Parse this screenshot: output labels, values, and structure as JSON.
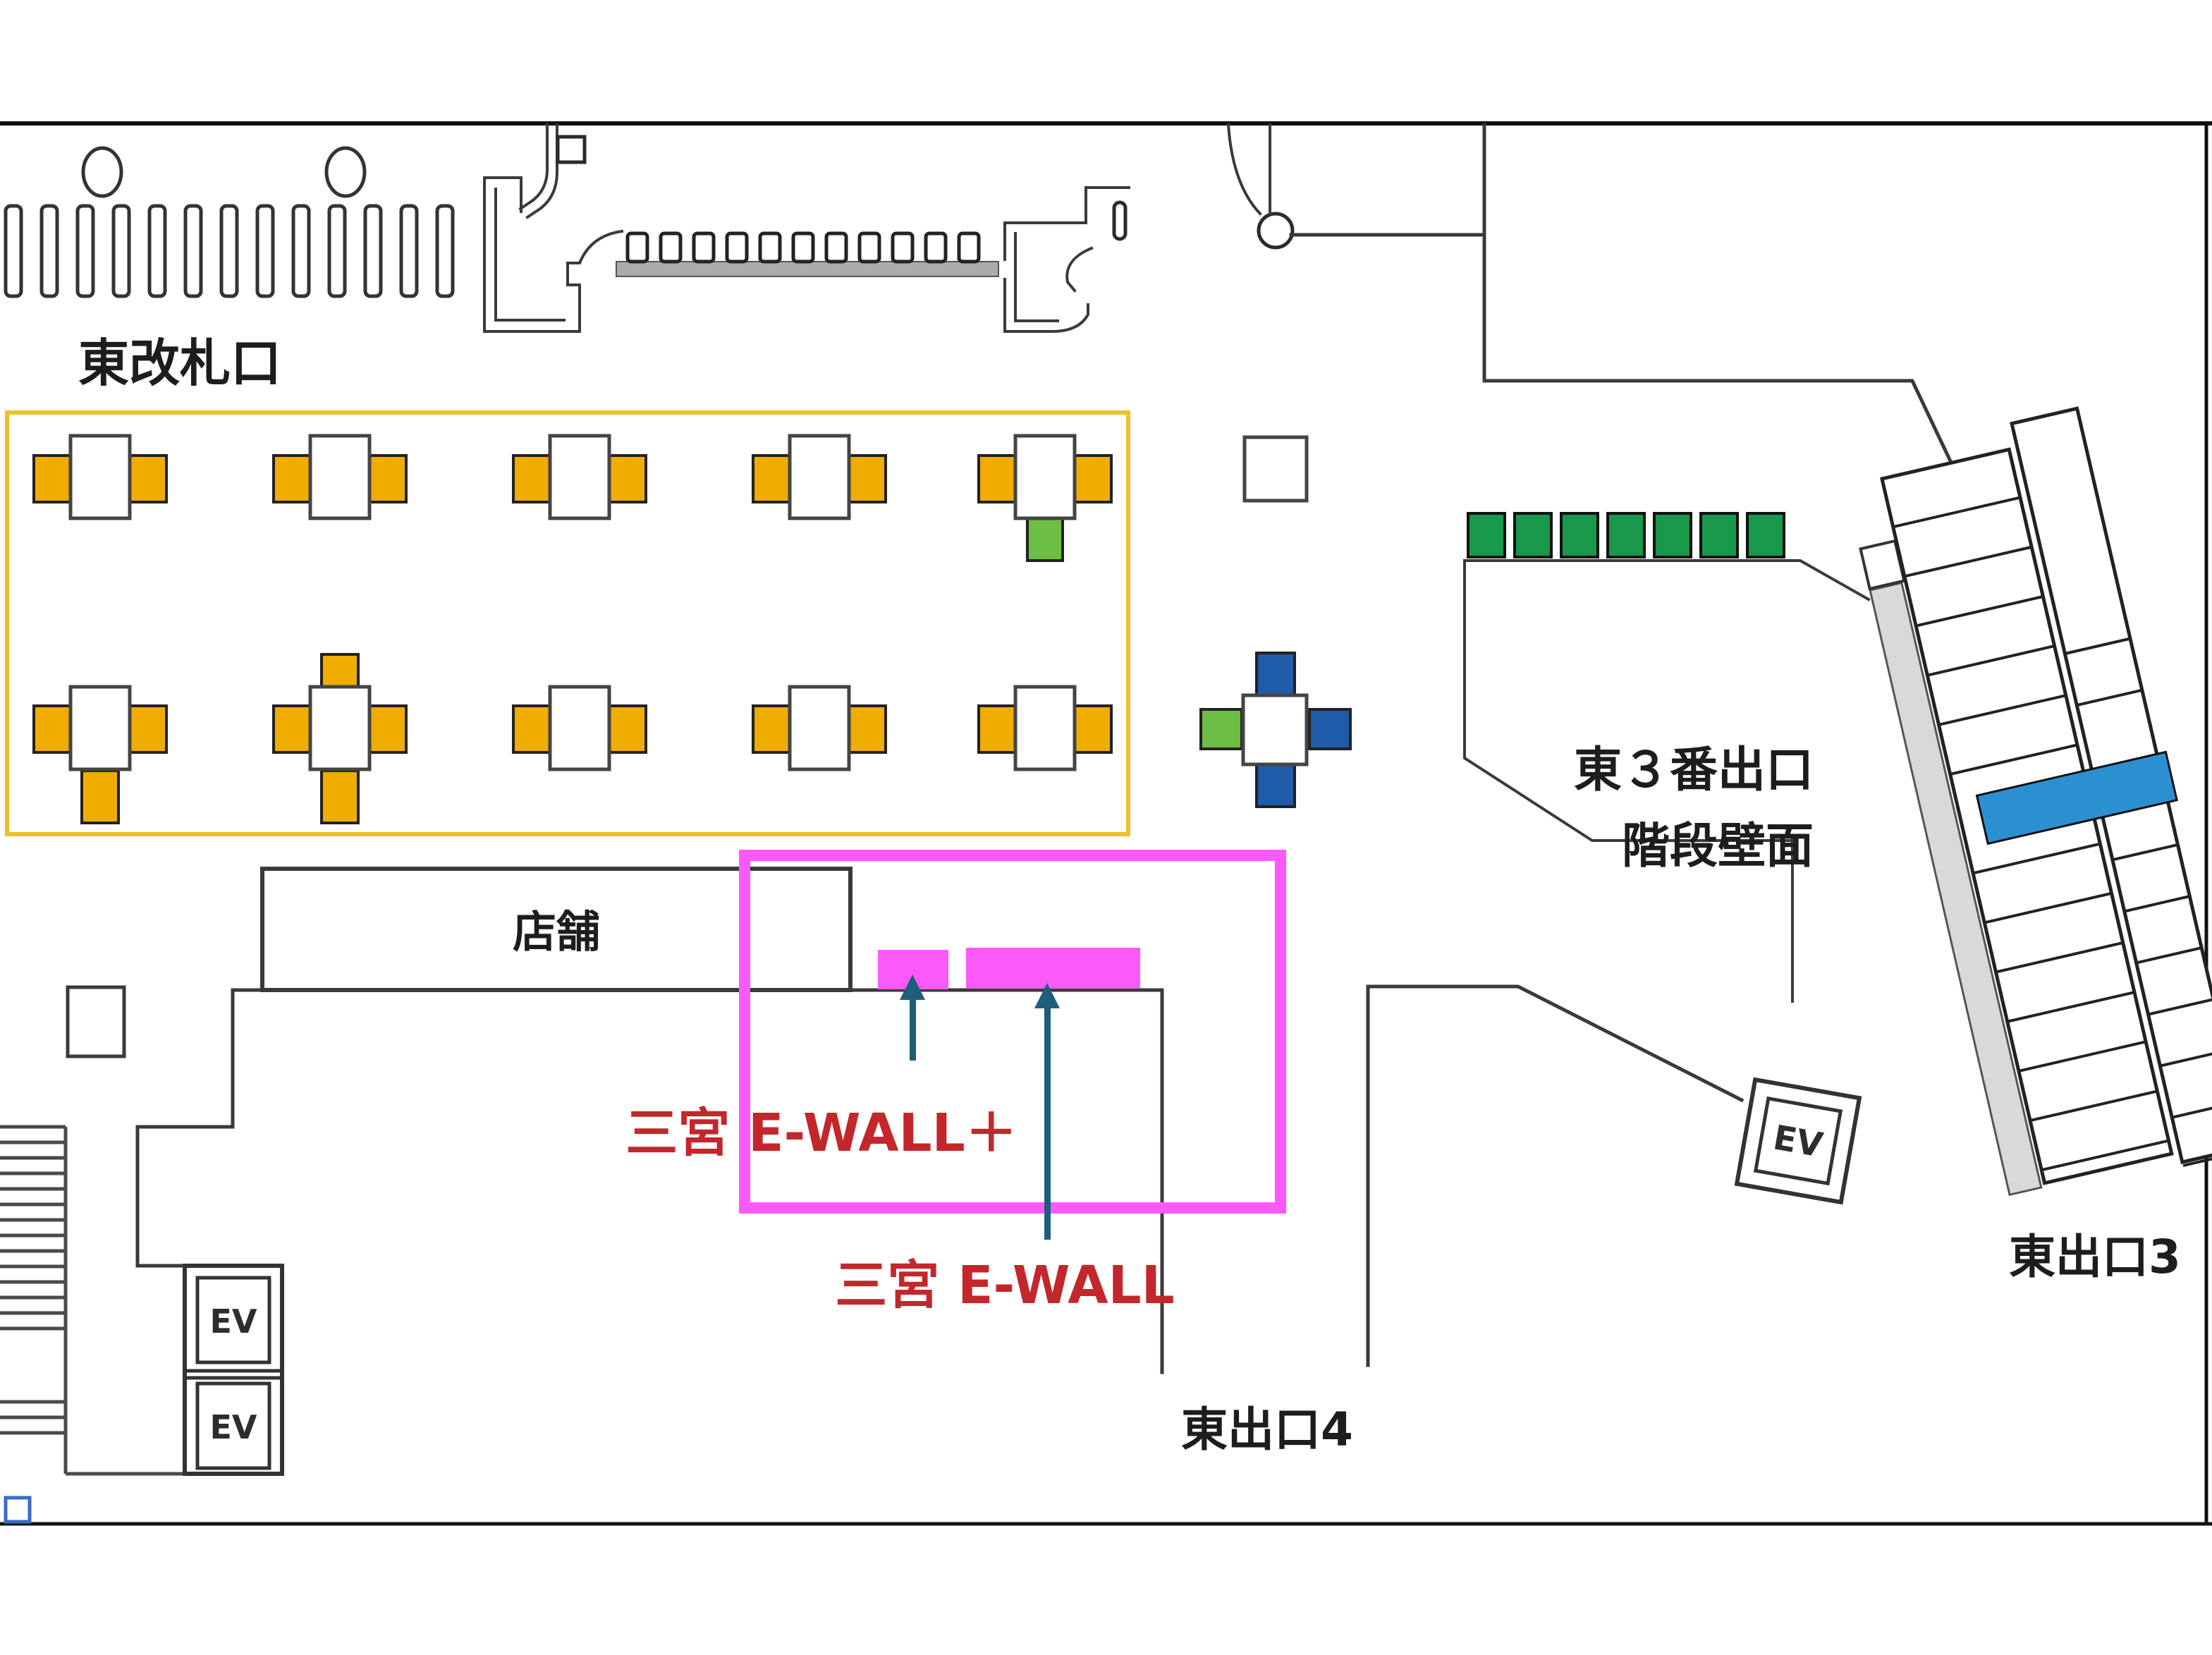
{
  "map": {
    "title_area": "",
    "labels": {
      "east_gate": "東改札口",
      "shop": "店舗",
      "exit3_stairs_line1": "東３番出口",
      "exit3_stairs_line2": "階段壁面",
      "ewall_plus": "三宮 E-WALL＋",
      "ewall": "三宮 E-WALL",
      "exit4": "東出口4",
      "exit3": "東出口3",
      "elevator": "EV"
    },
    "colors": {
      "pillar_tab_orange": "#f0ad00",
      "pillar_tab_green": "#6cbe45",
      "pillar_tab_blue": "#1e5ba8",
      "bench_green": "#18984b",
      "stairs_sign_blue": "#2c90d0",
      "zone_outline_yellow": "#efc02a",
      "highlight_magenta": "#fc59fa",
      "ad_text_red": "#c3272b",
      "arrow_teal": "#1f5e78",
      "wall_gray": "#3a3a3a"
    }
  }
}
